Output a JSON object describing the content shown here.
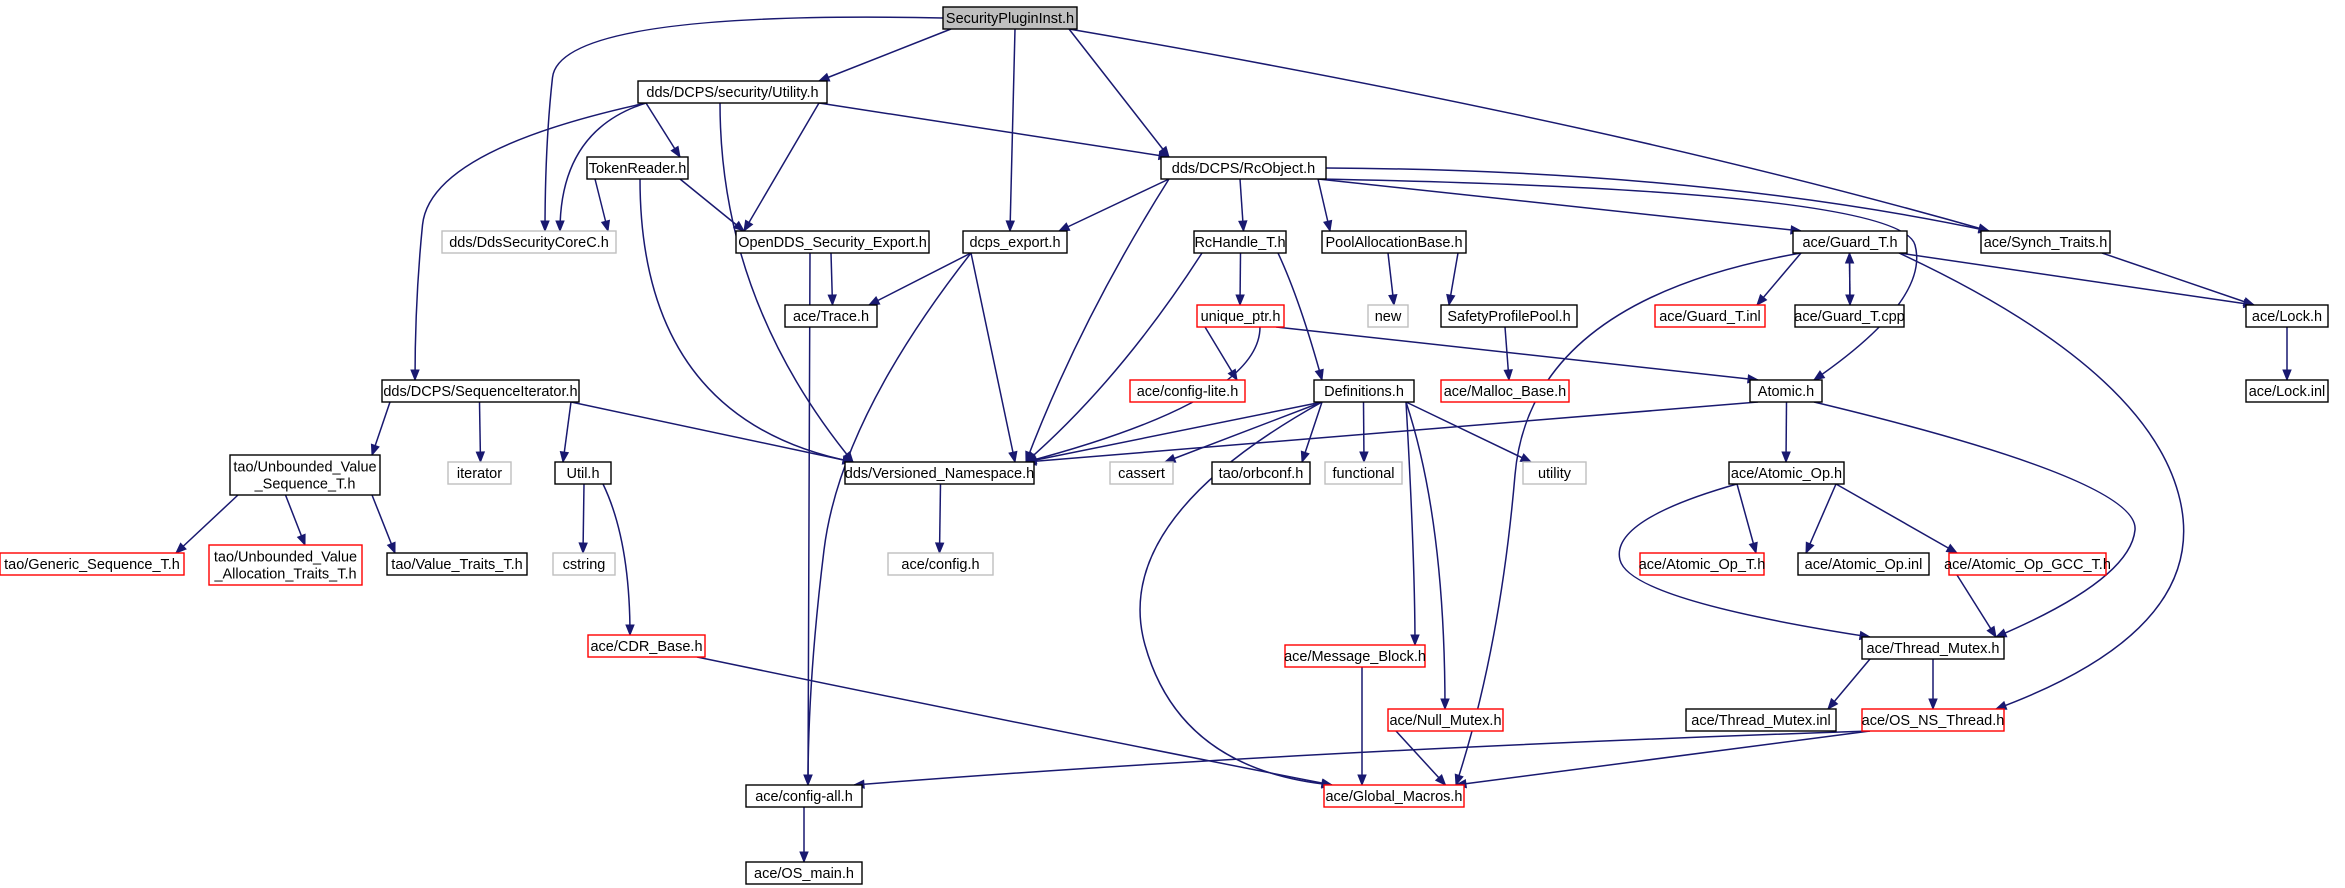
{
  "colors": {
    "edge": "#191970",
    "box_normal": "#000000",
    "box_red": "#ff0000",
    "box_gray": "#bfbfbf",
    "root_fill": "#bfbfbf",
    "text": "#000000"
  },
  "nodes": [
    {
      "id": "root",
      "lines": [
        "SecurityPluginInst.h"
      ],
      "style": "root"
    },
    {
      "id": "utility",
      "lines": [
        "dds/DCPS/security/Utility.h"
      ],
      "style": "normal"
    },
    {
      "id": "rcobject",
      "lines": [
        "dds/DCPS/RcObject.h"
      ],
      "style": "normal"
    },
    {
      "id": "tokenreader",
      "lines": [
        "TokenReader.h"
      ],
      "style": "normal"
    },
    {
      "id": "ddssec",
      "lines": [
        "dds/DdsSecurityCoreC.h"
      ],
      "style": "gray"
    },
    {
      "id": "opendds_export",
      "lines": [
        "OpenDDS_Security_Export.h"
      ],
      "style": "normal"
    },
    {
      "id": "dcps_export",
      "lines": [
        "dcps_export.h"
      ],
      "style": "normal"
    },
    {
      "id": "rchandle",
      "lines": [
        "RcHandle_T.h"
      ],
      "style": "normal"
    },
    {
      "id": "poolalloc",
      "lines": [
        "PoolAllocationBase.h"
      ],
      "style": "normal"
    },
    {
      "id": "guard_t",
      "lines": [
        "ace/Guard_T.h"
      ],
      "style": "normal"
    },
    {
      "id": "synch_traits",
      "lines": [
        "ace/Synch_Traits.h"
      ],
      "style": "normal"
    },
    {
      "id": "trace",
      "lines": [
        "ace/Trace.h"
      ],
      "style": "normal"
    },
    {
      "id": "new",
      "lines": [
        "new"
      ],
      "style": "gray"
    },
    {
      "id": "safety",
      "lines": [
        "SafetyProfilePool.h"
      ],
      "style": "normal"
    },
    {
      "id": "unique_ptr",
      "lines": [
        "unique_ptr.h"
      ],
      "style": "red"
    },
    {
      "id": "guard_t_inl",
      "lines": [
        "ace/Guard_T.inl"
      ],
      "style": "red"
    },
    {
      "id": "guard_t_cpp",
      "lines": [
        "ace/Guard_T.cpp"
      ],
      "style": "normal"
    },
    {
      "id": "lock_h",
      "lines": [
        "ace/Lock.h"
      ],
      "style": "normal"
    },
    {
      "id": "seqiter",
      "lines": [
        "dds/DCPS/SequenceIterator.h"
      ],
      "style": "normal"
    },
    {
      "id": "configlite",
      "lines": [
        "ace/config-lite.h"
      ],
      "style": "red"
    },
    {
      "id": "definitions",
      "lines": [
        "Definitions.h"
      ],
      "style": "normal"
    },
    {
      "id": "malloc",
      "lines": [
        "ace/Malloc_Base.h"
      ],
      "style": "red"
    },
    {
      "id": "atomic",
      "lines": [
        "Atomic.h"
      ],
      "style": "normal"
    },
    {
      "id": "lock_inl",
      "lines": [
        "ace/Lock.inl"
      ],
      "style": "normal"
    },
    {
      "id": "unbounded_seq",
      "lines": [
        "tao/Unbounded_Value",
        "_Sequence_T.h"
      ],
      "style": "normal"
    },
    {
      "id": "iterator",
      "lines": [
        "iterator"
      ],
      "style": "gray"
    },
    {
      "id": "util",
      "lines": [
        "Util.h"
      ],
      "style": "normal"
    },
    {
      "id": "versioned",
      "lines": [
        "dds/Versioned_Namespace.h"
      ],
      "style": "normal"
    },
    {
      "id": "cassert",
      "lines": [
        "cassert"
      ],
      "style": "gray"
    },
    {
      "id": "orbconf",
      "lines": [
        "tao/orbconf.h"
      ],
      "style": "normal"
    },
    {
      "id": "functional",
      "lines": [
        "functional"
      ],
      "style": "gray"
    },
    {
      "id": "utility_std",
      "lines": [
        "utility"
      ],
      "style": "gray"
    },
    {
      "id": "atomic_op",
      "lines": [
        "ace/Atomic_Op.h"
      ],
      "style": "normal"
    },
    {
      "id": "generic_seq",
      "lines": [
        "tao/Generic_Sequence_T.h"
      ],
      "style": "red"
    },
    {
      "id": "unbounded_alloc",
      "lines": [
        "tao/Unbounded_Value",
        "_Allocation_Traits_T.h"
      ],
      "style": "red"
    },
    {
      "id": "value_traits",
      "lines": [
        "tao/Value_Traits_T.h"
      ],
      "style": "normal"
    },
    {
      "id": "cstring",
      "lines": [
        "cstring"
      ],
      "style": "gray"
    },
    {
      "id": "config_h",
      "lines": [
        "ace/config.h"
      ],
      "style": "gray"
    },
    {
      "id": "atomic_op_t",
      "lines": [
        "ace/Atomic_Op_T.h"
      ],
      "style": "red"
    },
    {
      "id": "atomic_op_inl",
      "lines": [
        "ace/Atomic_Op.inl"
      ],
      "style": "normal"
    },
    {
      "id": "atomic_op_gcc",
      "lines": [
        "ace/Atomic_Op_GCC_T.h"
      ],
      "style": "red"
    },
    {
      "id": "cdr_base",
      "lines": [
        "ace/CDR_Base.h"
      ],
      "style": "red"
    },
    {
      "id": "msgblock",
      "lines": [
        "ace/Message_Block.h"
      ],
      "style": "red"
    },
    {
      "id": "thread_mutex",
      "lines": [
        "ace/Thread_Mutex.h"
      ],
      "style": "normal"
    },
    {
      "id": "null_mutex",
      "lines": [
        "ace/Null_Mutex.h"
      ],
      "style": "red"
    },
    {
      "id": "thread_mutex_inl",
      "lines": [
        "ace/Thread_Mutex.inl"
      ],
      "style": "normal"
    },
    {
      "id": "os_ns_thread",
      "lines": [
        "ace/OS_NS_Thread.h"
      ],
      "style": "red"
    },
    {
      "id": "config_all",
      "lines": [
        "ace/config-all.h"
      ],
      "style": "normal"
    },
    {
      "id": "global_macros",
      "lines": [
        "ace/Global_Macros.h"
      ],
      "style": "red"
    },
    {
      "id": "os_main",
      "lines": [
        "ace/OS_main.h"
      ],
      "style": "normal"
    }
  ]
}
